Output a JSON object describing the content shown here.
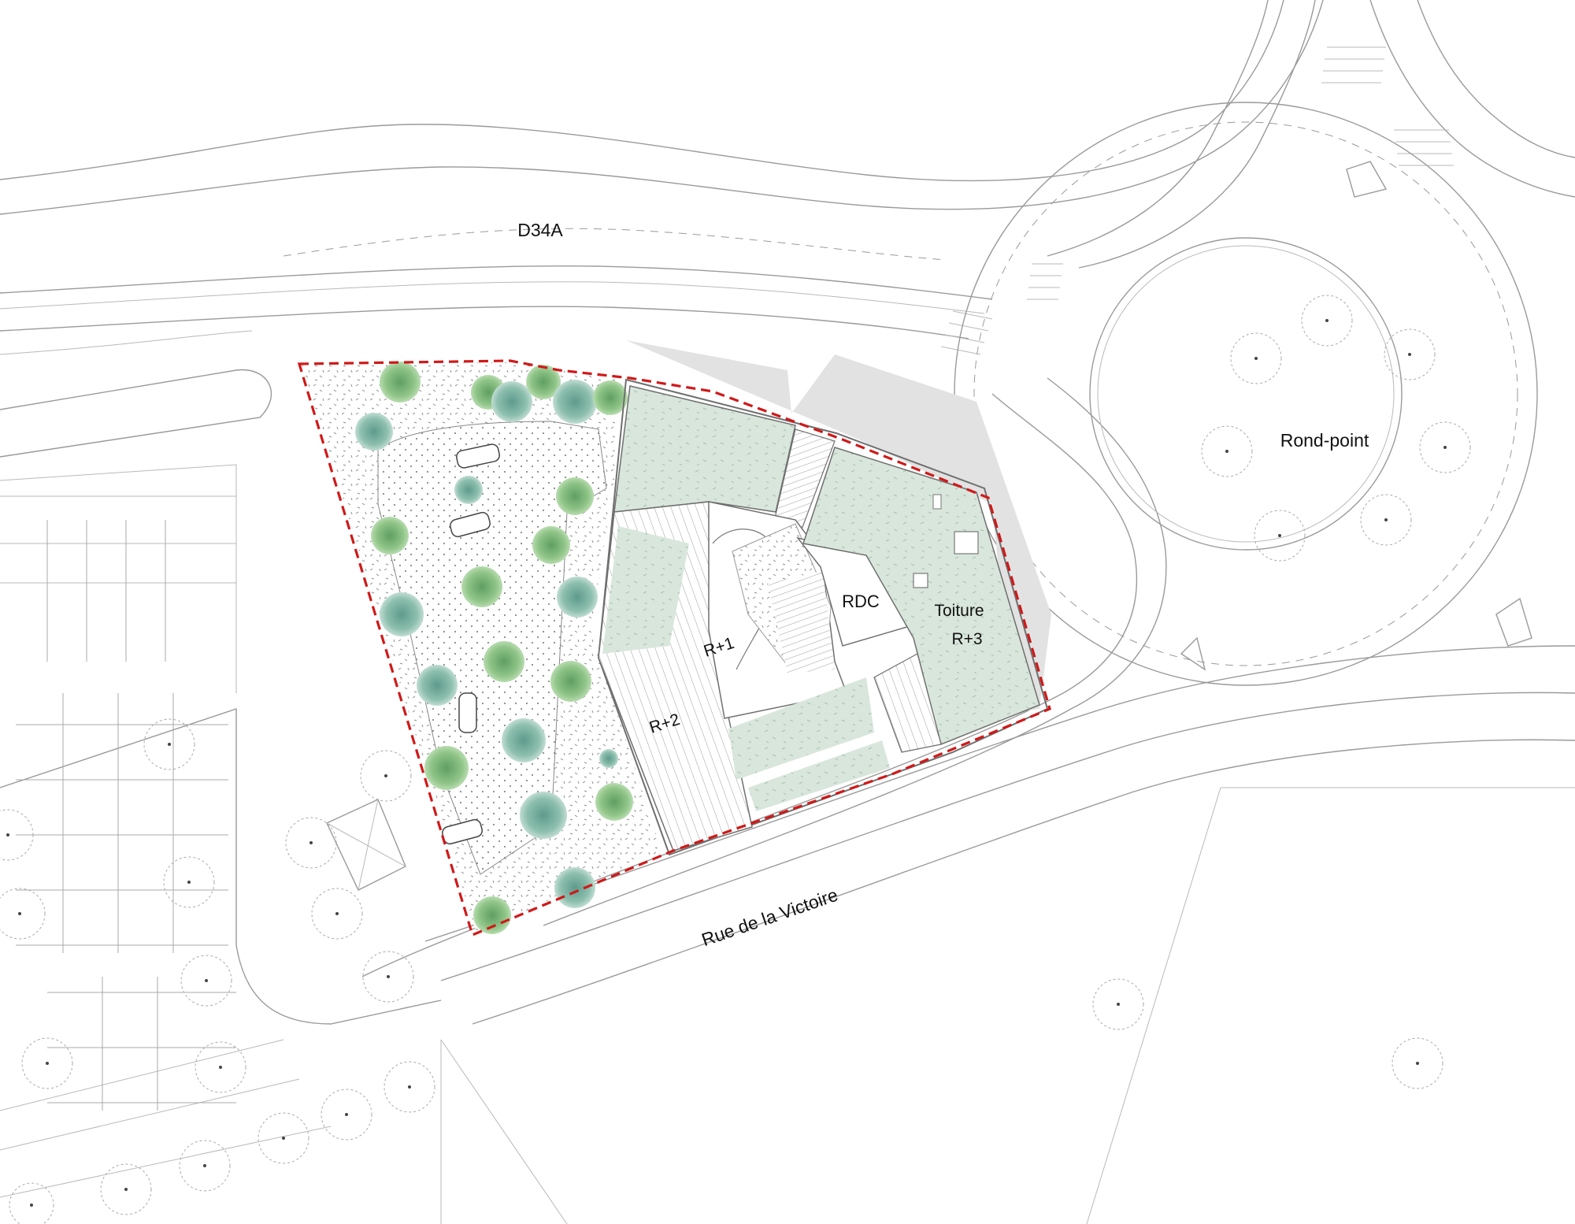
{
  "labels": {
    "road_north": "D34A",
    "roundabout": "Rond-point",
    "street_south": "Rue de la Victoire",
    "level_ground": "RDC",
    "level_1": "R+1",
    "level_2": "R+2",
    "roof_line1": "Toiture",
    "roof_line2": "R+3"
  },
  "colors": {
    "site_boundary": "#d01919",
    "roof_green": "#d9e6dc",
    "paved_gray": "#e2e2e2",
    "tree_green": "#7fb87a",
    "line_gray": "#9a9a9a"
  }
}
